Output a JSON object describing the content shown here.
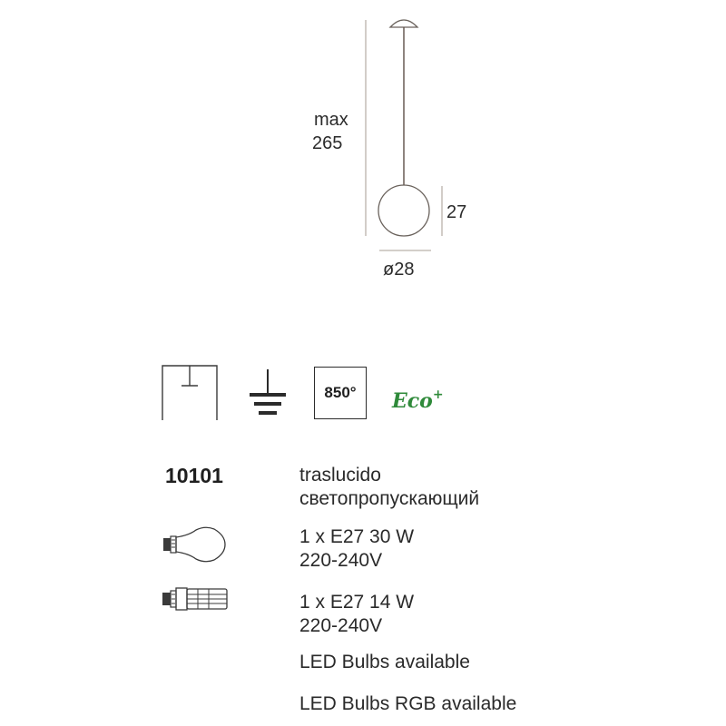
{
  "drawing": {
    "height_label_line1": "max",
    "height_label_line2": "265",
    "globe_height": "27",
    "diameter": "ø28"
  },
  "symbols": {
    "temperature": "850°",
    "eco": "Eco",
    "eco_sup": "+"
  },
  "product": {
    "code": "10101",
    "finish_it": "traslucido",
    "finish_ru": "светопропускающий",
    "bulb1_line1": "1 x E27 30 W",
    "bulb1_line2": "220-240V",
    "bulb2_line1": "1 x E27 14 W",
    "bulb2_line2": "220-240V",
    "led_note": "LED Bulbs available",
    "led_rgb_note": "LED Bulbs RGB available"
  }
}
